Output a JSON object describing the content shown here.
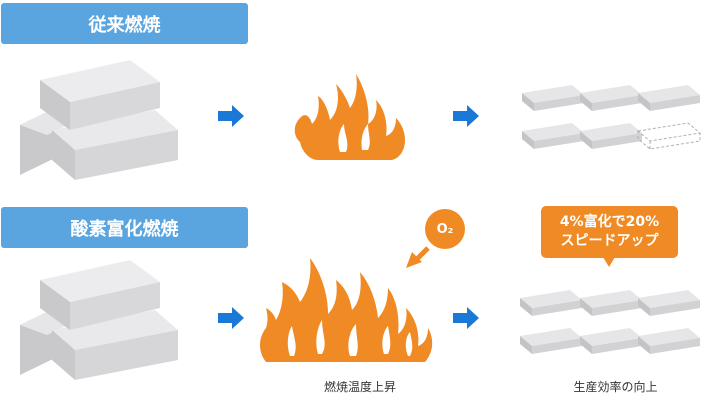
{
  "sections": {
    "conventional": {
      "label": "従来燃焼"
    },
    "oxygen_enriched": {
      "label": "酸素富化燃焼"
    }
  },
  "oxygen_badge": "O₂",
  "callout": {
    "line1": "4%富化で20%",
    "line2": "スピードアップ"
  },
  "captions": {
    "temperature": "燃焼温度上昇",
    "productivity": "生産効率の向上"
  },
  "colors": {
    "label_blue": "#5aa5e0",
    "arrow_blue": "#1a78d6",
    "flame_orange": "#f08a24",
    "metal_gray": "#d9d9dc"
  },
  "icons": [
    "ingot-stack-icon",
    "arrow-right-icon",
    "flame-icon",
    "metal-plates-icon",
    "oxygen-arrow-icon"
  ],
  "products": {
    "conventional": {
      "filled": 5,
      "missing": 1
    },
    "oxygen_enriched": {
      "filled": 6,
      "missing": 0
    }
  }
}
